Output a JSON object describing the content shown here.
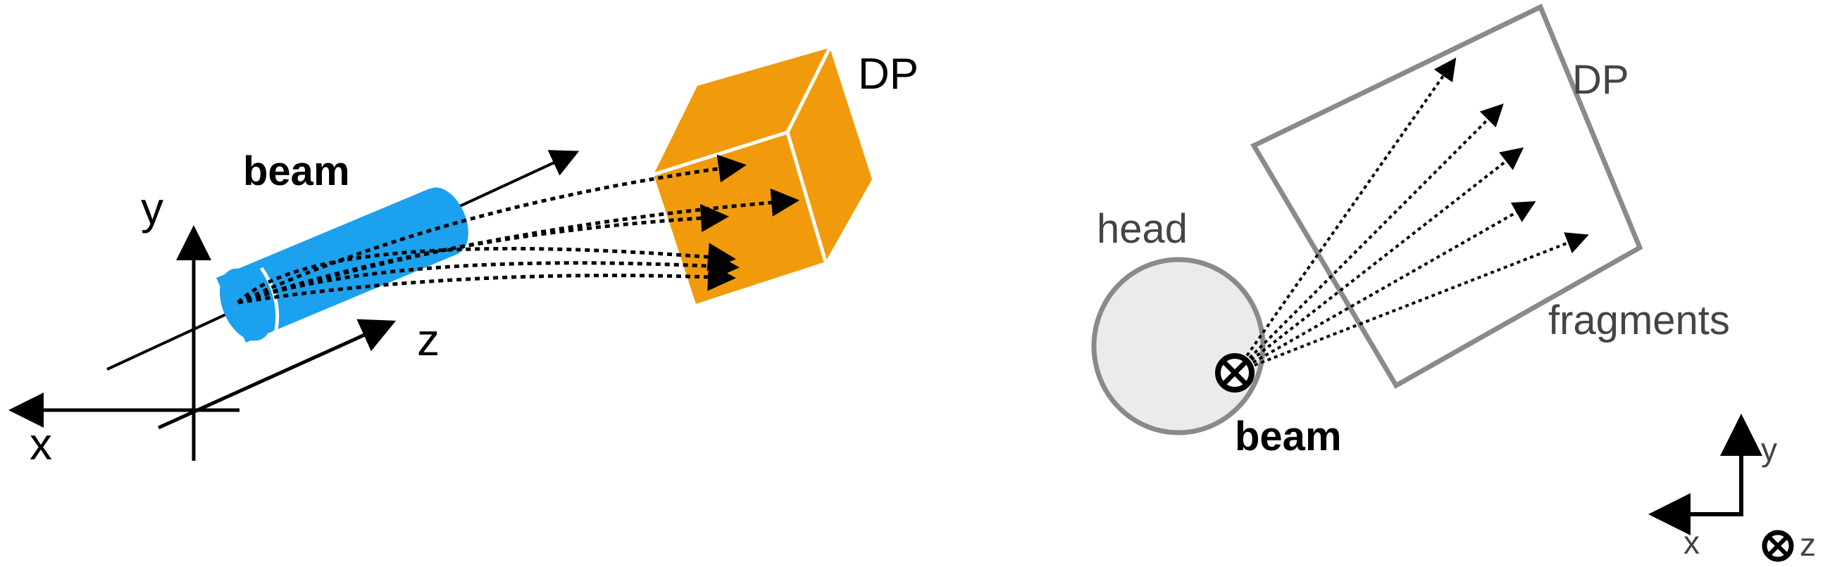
{
  "left_panel": {
    "beam_label": "beam",
    "detector_label": "DP",
    "axis_x": "x",
    "axis_y": "y",
    "axis_z": "z"
  },
  "right_panel": {
    "head_label": "head",
    "beam_label": "beam",
    "detector_label": "DP",
    "fragments_label": "fragments",
    "axis_x": "x",
    "axis_y": "y",
    "axis_z": "z"
  },
  "colors": {
    "beam_blue": "#1ca1ee",
    "detector_orange": "#f19b0c",
    "head_fill": "#ebebeb",
    "outline_gray": "#8a8a8a",
    "ink": "#000000"
  }
}
